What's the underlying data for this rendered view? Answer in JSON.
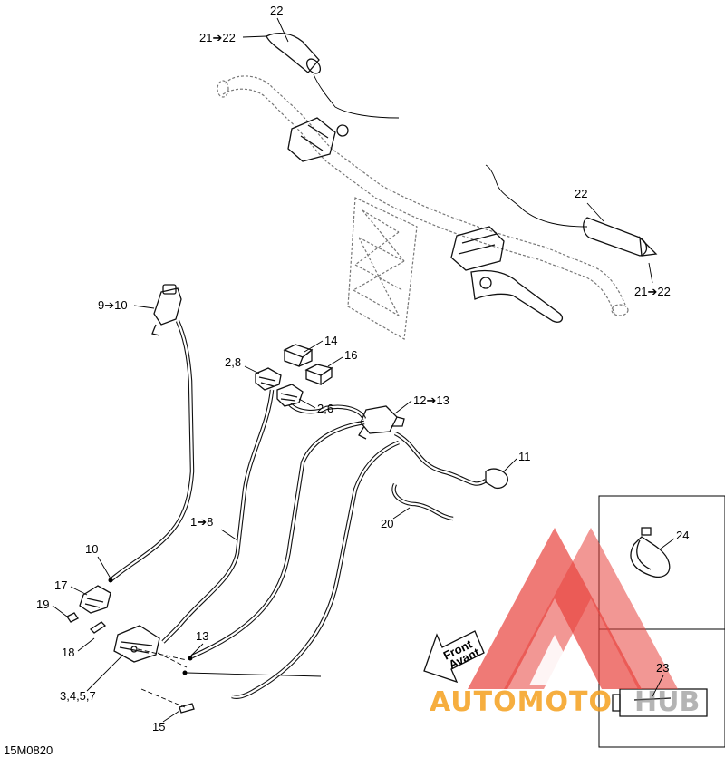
{
  "diagram_code": "15M0820",
  "front_label": [
    "Front",
    "Avant"
  ],
  "watermark": {
    "text_a": "AUTOMOTO",
    "text_b": "HUB",
    "color_main": "#e8413c",
    "color_text": "#f5a01e"
  },
  "callouts": {
    "c22_top": "22",
    "c21_22_top": "21➔22",
    "c22_right": "22",
    "c21_22_right": "21➔22",
    "c9_10": "9➔10",
    "c14": "14",
    "c2_8": "2,8",
    "c16": "16",
    "c2_6": "2,6",
    "c12_13": "12➔13",
    "c11": "11",
    "c1_8": "1➔8",
    "c20": "20",
    "c10": "10",
    "c17": "17",
    "c19": "19",
    "c18": "18",
    "c13": "13",
    "c3_4_5_7": "3,4,5,7",
    "c15": "15",
    "c24": "24",
    "c23": "23"
  }
}
